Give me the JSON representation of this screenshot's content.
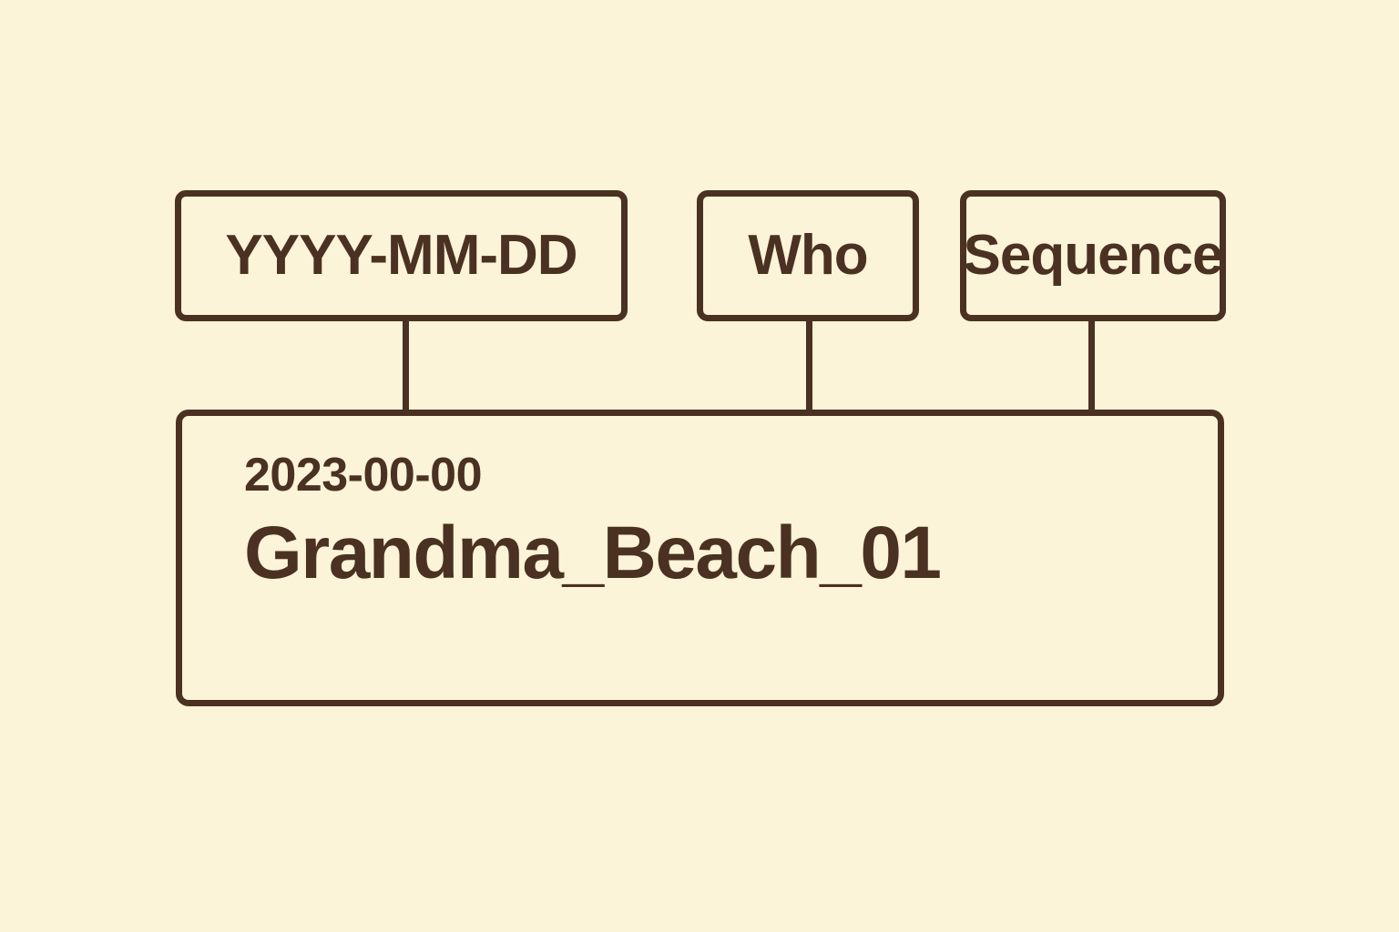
{
  "diagram": {
    "type": "filename-convention-breakdown",
    "background_color": "#fcf4d8",
    "ink_color": "#4a3122",
    "parts": [
      {
        "id": "date",
        "label": "YYYY-MM-DD"
      },
      {
        "id": "who",
        "label": "Who"
      },
      {
        "id": "sequence",
        "label": "Sequence"
      }
    ],
    "result": {
      "date_line": "2023-00-00",
      "filename_line": "Grandma_Beach_01"
    }
  }
}
